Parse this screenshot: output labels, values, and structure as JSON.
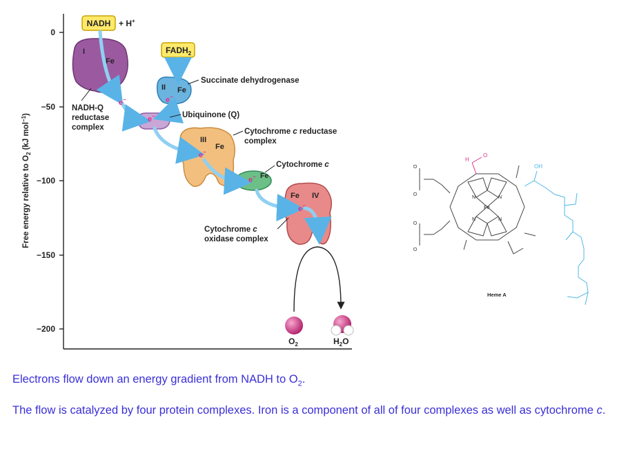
{
  "diagram": {
    "y_axis": {
      "label_parts": [
        "Free energy relative to O",
        "2",
        " (kJ mol",
        "−1",
        ")"
      ],
      "ticks": [
        "0",
        "−50",
        "−100",
        "−150",
        "−200"
      ]
    },
    "labels": {
      "nadh": "NADH",
      "h_plus": "+ H",
      "plus_sup": "+",
      "fadh2_main": "FADH",
      "fadh2_sub": "2",
      "complex_I_numeral": "I",
      "complex_II_numeral": "II",
      "complex_III_numeral": "III",
      "complex_IV_numeral": "IV",
      "fe": "Fe",
      "electron": "e",
      "electron_sup": "−",
      "nadh_q_line1": "NADH-Q",
      "nadh_q_line2": "reductase",
      "nadh_q_line3": "complex",
      "succinate": "Succinate dehydrogenase",
      "ubiquinone": "Ubiquinone (Q)",
      "cyt_c_red_line1_a": "Cytochrome ",
      "cyt_c_red_line1_b": "c",
      "cyt_c_red_line1_c": " reductase",
      "cyt_c_red_line2": "complex",
      "cyt_c_a": "Cytochrome ",
      "cyt_c_b": "c",
      "cyt_ox_line1_a": "Cytochrome ",
      "cyt_ox_line1_b": "c",
      "cyt_ox_line2": "oxidase complex",
      "o2_main": "O",
      "o2_sub": "2",
      "h2o_main": "H",
      "h2o_sub": "2",
      "h2o_end": "O"
    }
  },
  "heme": {
    "title": "Heme A",
    "aldehyde": "H",
    "aldehyde_o": "O",
    "hydroxyl": "OH",
    "fe": "Fe",
    "n": "N",
    "o": "O",
    "o_minus": "O"
  },
  "captions": {
    "line1_pre": "Electrons flow down an energy gradient from NADH to O",
    "line1_sub": "2",
    "line1_post": ".",
    "line2_pre": "The flow is catalyzed by four protein complexes. Iron is a component of all of four complexes as well as cytochrome ",
    "line2_italic": "c",
    "line2_post": "."
  },
  "colors": {
    "caption": "#3a2fd6",
    "complex_I": "#9b5aa0",
    "complex_II": "#6bb4e0",
    "ubiquinone": "#c9a6d6",
    "complex_III": "#f3bf7f",
    "cytochrome_c": "#6cbf86",
    "complex_IV": "#e88a8a",
    "arrow": "#7ec8ee",
    "electron": "#e0308a",
    "nadh_box": "#ffe96b",
    "heme_accent": "#4fb7e6",
    "aldehyde": "#e0308a"
  }
}
